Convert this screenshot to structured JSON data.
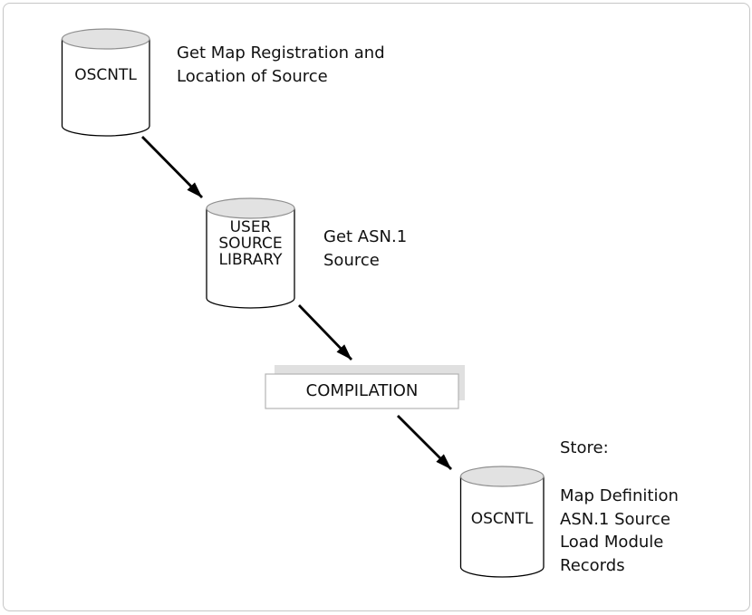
{
  "page": {
    "background": "#ffffff",
    "border_color": "#c6c6c6"
  },
  "diagram": {
    "type": "flow",
    "nodes": [
      {
        "id": "oscntl-top",
        "shape": "cylinder",
        "label": "OSCNTL"
      },
      {
        "id": "user-source-library",
        "shape": "cylinder",
        "label": "USER SOURCE LIBRARY",
        "lines": [
          "USER",
          "SOURCE",
          "LIBRARY"
        ]
      },
      {
        "id": "compilation",
        "shape": "process-box",
        "label": "COMPILATION"
      },
      {
        "id": "oscntl-bottom",
        "shape": "cylinder",
        "label": "OSCNTL"
      }
    ],
    "edges": [
      {
        "from": "oscntl-top",
        "to": "user-source-library"
      },
      {
        "from": "user-source-library",
        "to": "compilation"
      },
      {
        "from": "compilation",
        "to": "oscntl-bottom"
      }
    ],
    "annotations": [
      {
        "id": "note-get-map",
        "lines": [
          "Get Map Registration and",
          "Location of Source"
        ]
      },
      {
        "id": "note-get-asn1",
        "lines": [
          "Get ASN.1",
          "Source"
        ]
      },
      {
        "id": "note-store",
        "lines": [
          "Store:",
          "",
          "Map Definition",
          "ASN.1 Source",
          "Load Module",
          "Records"
        ]
      }
    ],
    "colors": {
      "cylinder_top_fill": "#e2e2e2",
      "cylinder_top_stroke": "#8f8f8f",
      "shadow_fill": "#e0e0e0",
      "outline": "#000000",
      "process_box_border": "#b3b3b3",
      "text": "#111111"
    }
  }
}
